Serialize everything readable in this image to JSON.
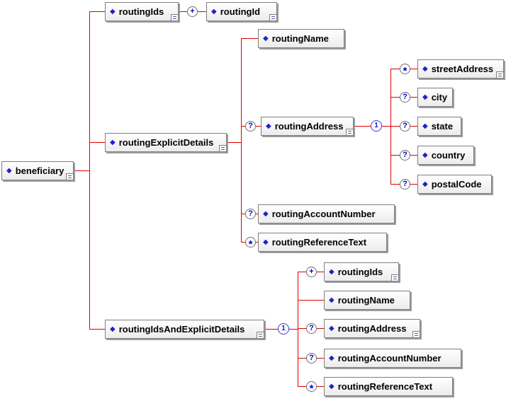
{
  "tree": {
    "label": "beneficiary",
    "children": [
      {
        "label": "routingIds",
        "children": [
          {
            "label": "routingId",
            "occurrence": "+"
          }
        ]
      },
      {
        "label": "routingExplicitDetails",
        "children": [
          {
            "label": "routingName"
          },
          {
            "label": "routingAddress",
            "occurrence": "?",
            "connector": "1",
            "children": [
              {
                "label": "streetAddress",
                "occurrence": "*"
              },
              {
                "label": "city",
                "occurrence": "?"
              },
              {
                "label": "state",
                "occurrence": "?"
              },
              {
                "label": "country",
                "occurrence": "?"
              },
              {
                "label": "postalCode",
                "occurrence": "?"
              }
            ]
          },
          {
            "label": "routingAccountNumber",
            "occurrence": "?"
          },
          {
            "label": "routingReferenceText",
            "occurrence": "*"
          }
        ]
      },
      {
        "label": "routingIdsAndExplicitDetails",
        "connector": "1",
        "children": [
          {
            "label": "routingIds",
            "occurrence": "+"
          },
          {
            "label": "routingName"
          },
          {
            "label": "routingAddress",
            "occurrence": "?"
          },
          {
            "label": "routingAccountNumber",
            "occurrence": "?"
          },
          {
            "label": "routingReferenceText",
            "occurrence": "*"
          }
        ]
      }
    ]
  },
  "icons": {
    "element_diamond": "◆"
  },
  "colors": {
    "connector": "#e00000",
    "element_icon": "#2020c8",
    "occurrence_symbol": "#0000c8",
    "box_border": "#7f7f7f",
    "box_shadow": "#9c9c9c"
  }
}
